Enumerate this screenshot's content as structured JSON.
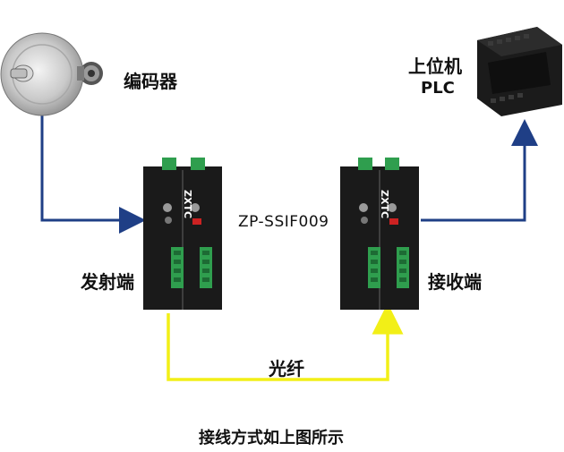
{
  "labels": {
    "encoder": "编码器",
    "host": "上位机",
    "plc": "PLC",
    "model": "ZP-SSIF009",
    "transmitter": "发射端",
    "receiver": "接收端",
    "fiber": "光纤",
    "caption": "接线方式如上图所示"
  },
  "device": {
    "brand": "ZXTC"
  },
  "colors": {
    "signal_line": "#1f3f86",
    "fiber_line": "#f2ef17",
    "device_body": "#1a1a1a",
    "terminal_green": "#2f9e4e"
  }
}
